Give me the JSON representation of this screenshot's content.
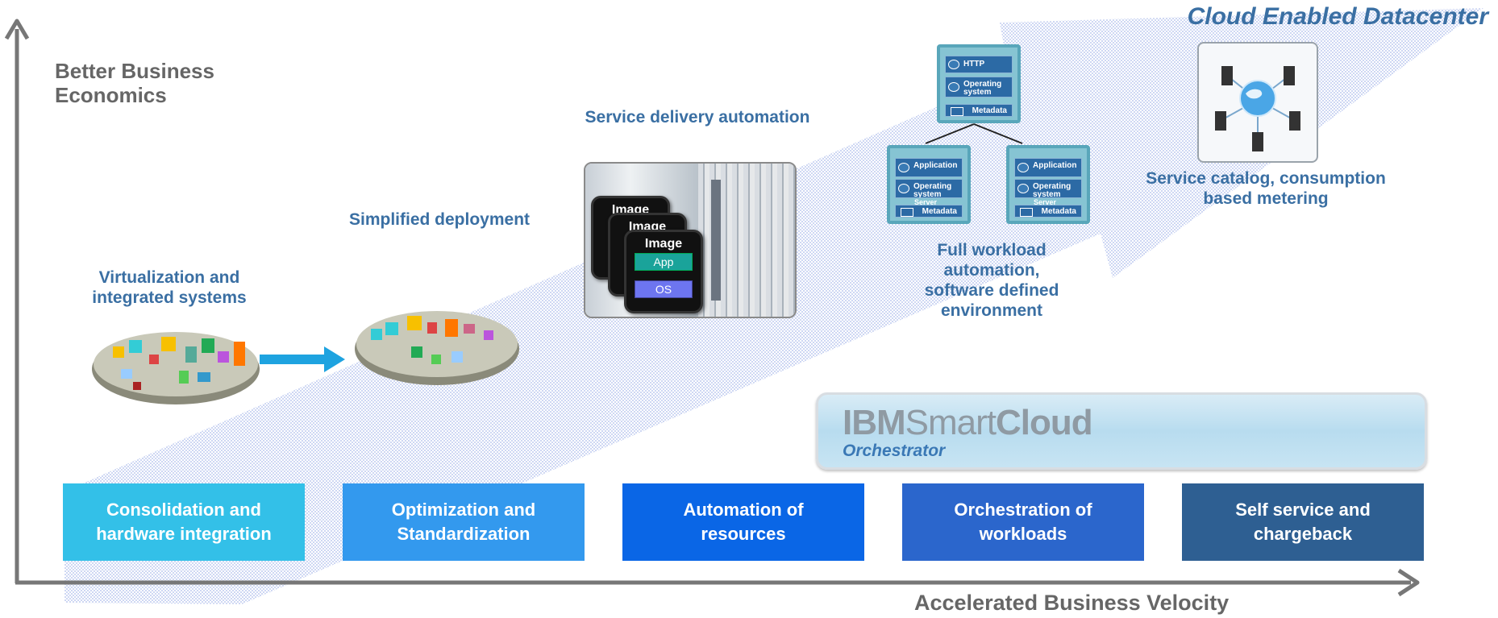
{
  "header": {
    "title": "Cloud Enabled Datacenter"
  },
  "axes": {
    "y_label": "Better Business\nEconomics",
    "x_label": "Accelerated Business Velocity"
  },
  "milestones": {
    "virtualization": "Virtualization and\nintegrated systems",
    "simplified": "Simplified deployment",
    "service_delivery": "Service delivery automation",
    "full_workload": "Full workload\nautomation,\nsoftware defined\nenvironment",
    "service_catalog": "Service catalog, consumption\nbased metering"
  },
  "image_stack": {
    "card_title": "Image",
    "app_label": "App",
    "os_label": "OS"
  },
  "workload_diagram": {
    "top": {
      "row1": "HTTP",
      "row2": "Operating system",
      "meta": "Metadata"
    },
    "child": {
      "row1": "Application",
      "row2": "Operating system",
      "server": "Server",
      "meta": "Metadata"
    }
  },
  "banner": {
    "brand_bold": "IBM",
    "brand_light": "Smart",
    "brand_end": "Cloud",
    "product": "Orchestrator"
  },
  "stages": [
    {
      "label": "Consolidation and\nhardware integration",
      "color": "#33c0e8"
    },
    {
      "label": "Optimization and\nStandardization",
      "color": "#3399ee"
    },
    {
      "label": "Automation of\nresources",
      "color": "#0a66e6"
    },
    {
      "label": "Orchestration of\nworkloads",
      "color": "#2b66cc"
    },
    {
      "label": "Self service and\nchargeback",
      "color": "#2e5f92"
    }
  ],
  "colors": {
    "accent_text": "#3a6fa3",
    "axis": "#777777",
    "arrow_fill": "#dde4f8"
  }
}
